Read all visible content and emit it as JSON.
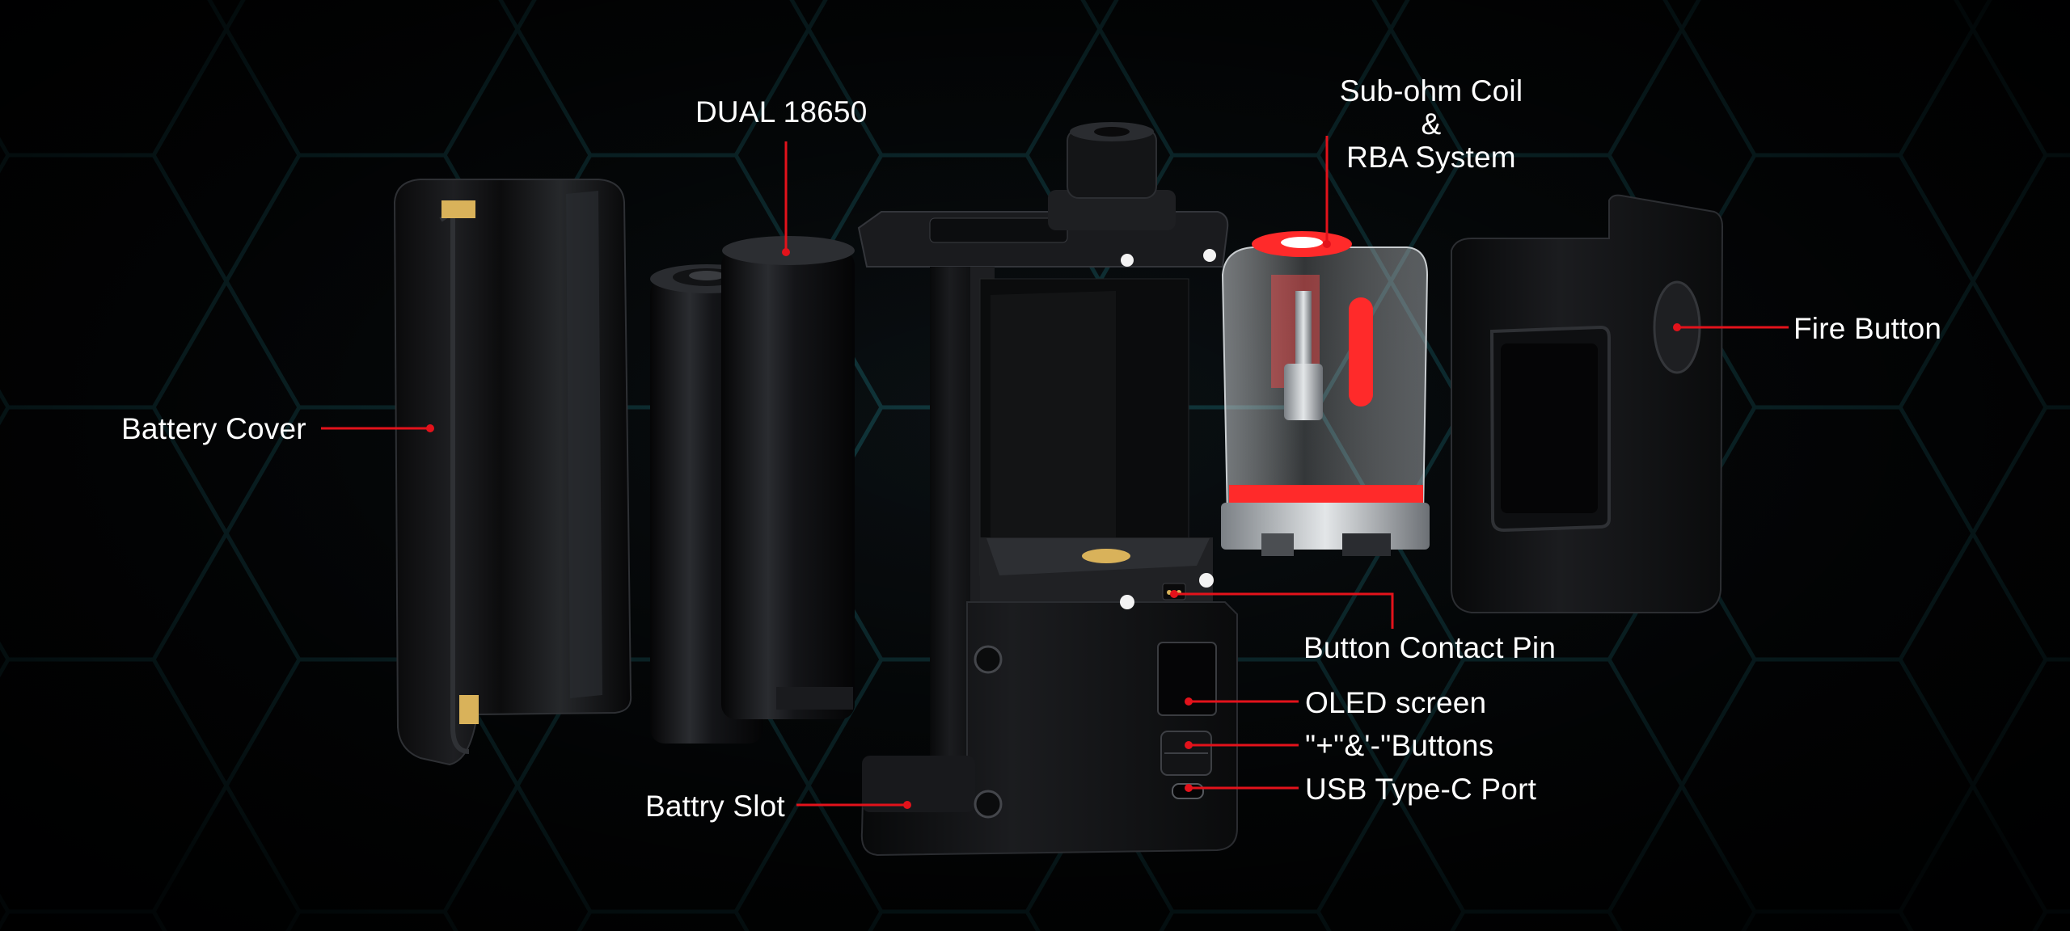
{
  "labels": {
    "battery_cover": "Battery Cover",
    "dual_18650": "DUAL 18650",
    "coil_line1": "Sub-ohm Coil",
    "coil_line2": "&",
    "coil_line3": "RBA System",
    "fire_button": "Fire Button",
    "button_contact_pin": "Button Contact Pin",
    "oled_screen": "OLED screen",
    "plus_minus_buttons": "\"+\"&'-\"Buttons",
    "usb_port": "USB Type-C Port",
    "battery_slot": "Battry Slot"
  },
  "colors": {
    "background": "#040506",
    "hex_grid": "#1b6a72",
    "leader_line": "#e3121b",
    "body_black": "#111214",
    "pod_red": "#ff2a2a",
    "gold_contact": "#d9b25a"
  }
}
